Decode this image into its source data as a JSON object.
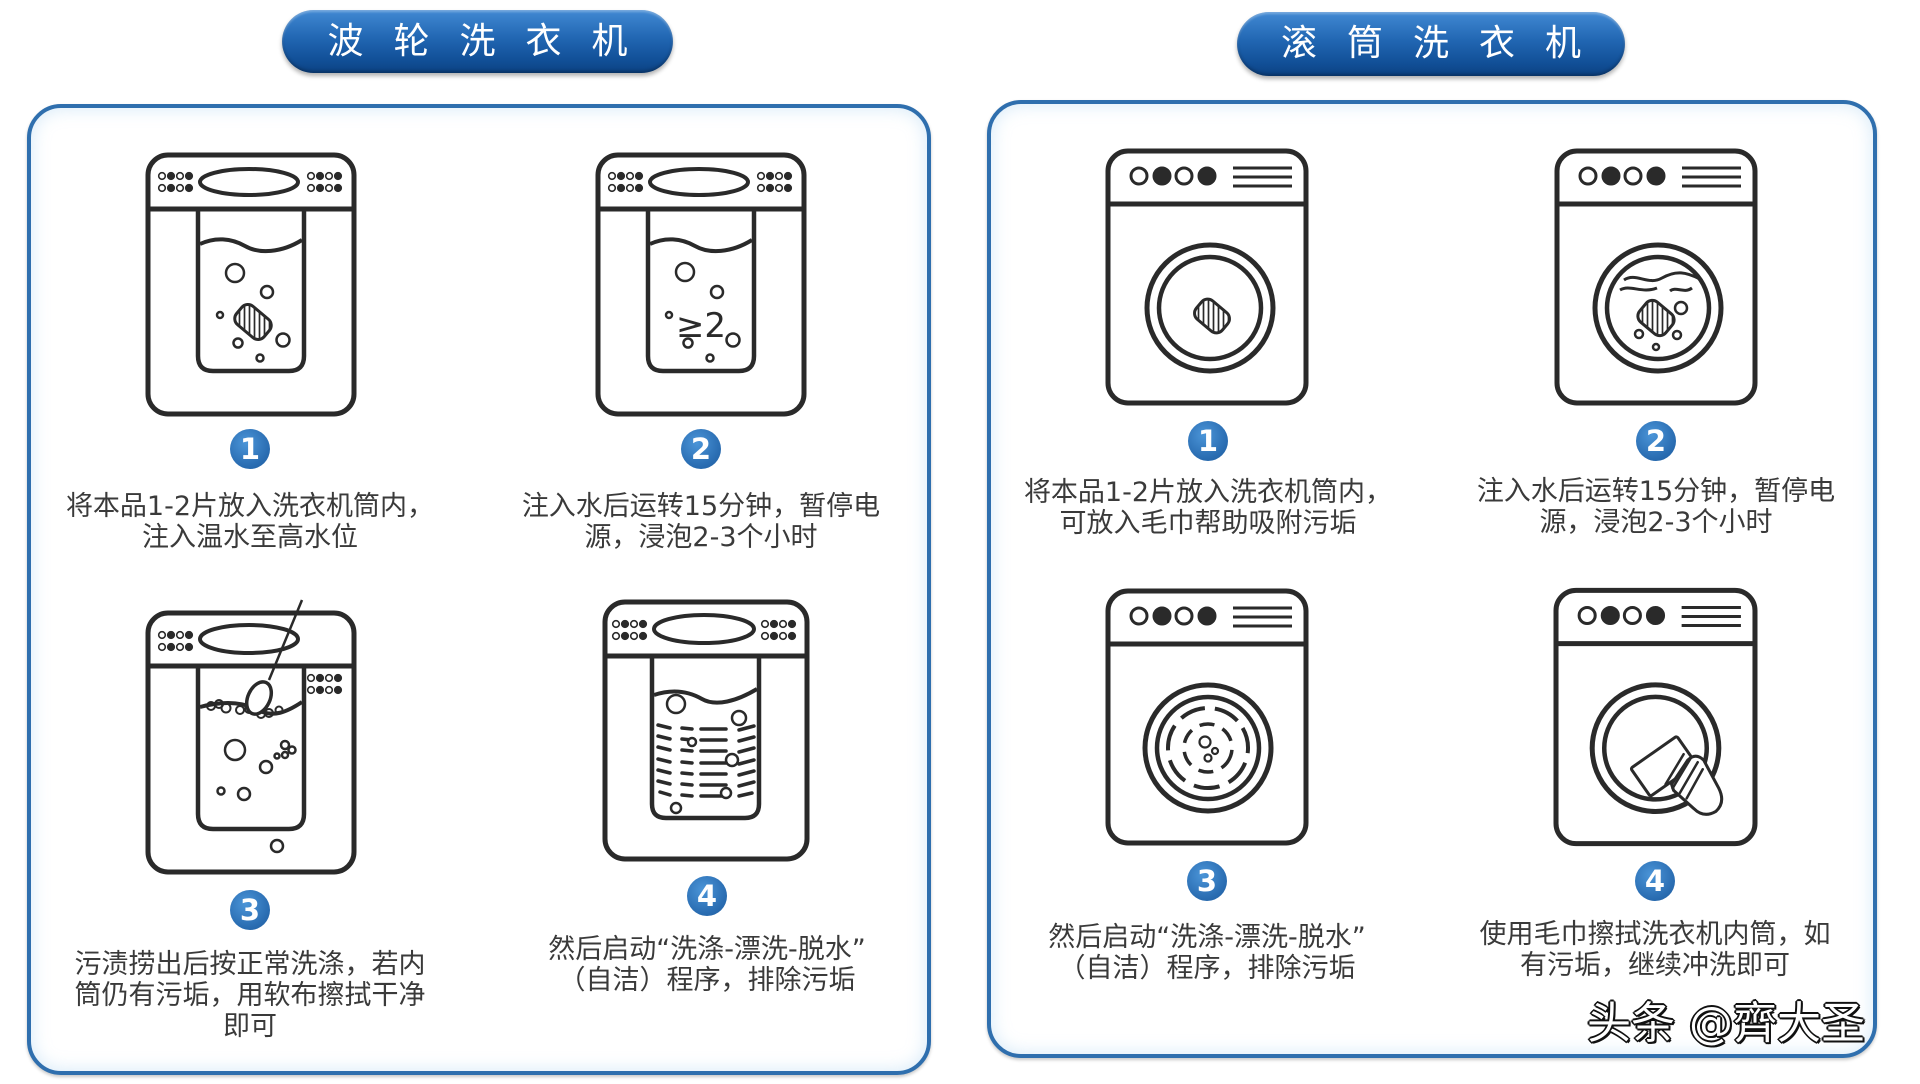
{
  "panels": {
    "left": {
      "title": "波轮洗衣机",
      "steps": [
        {
          "number": "1",
          "icon": "top-loader-tablet-icon",
          "lines": [
            "将本品1-2片放入洗衣机筒内，",
            "注入温水至高水位"
          ]
        },
        {
          "number": "2",
          "icon": "top-loader-soak-icon",
          "icon_label": "≥2",
          "lines": [
            "注入水后运转15分钟，暂停电",
            "源，浸泡2-3个小时"
          ]
        },
        {
          "number": "3",
          "icon": "top-loader-skim-dirt-icon",
          "lines": [
            "污渍捞出后按正常洗涤，若内",
            "筒仍有污垢，用软布擦拭干净",
            "即可"
          ]
        },
        {
          "number": "4",
          "icon": "top-loader-spin-cycle-icon",
          "lines": [
            "然后启动“洗涤-漂洗-脱水”",
            "（自洁）程序，排除污垢"
          ]
        }
      ]
    },
    "right": {
      "title": "滚筒洗衣机",
      "steps": [
        {
          "number": "1",
          "icon": "front-loader-tablet-icon",
          "lines": [
            "将本品1-2片放入洗衣机筒内，",
            "可放入毛巾帮助吸附污垢"
          ]
        },
        {
          "number": "2",
          "icon": "front-loader-soak-icon",
          "lines": [
            "注入水后运转15分钟，暂停电",
            "源，浸泡2-3个小时"
          ]
        },
        {
          "number": "3",
          "icon": "front-loader-spin-cycle-icon",
          "lines": [
            "然后启动“洗涤-漂洗-脱水”",
            "（自洁）程序，排除污垢"
          ]
        },
        {
          "number": "4",
          "icon": "front-loader-wipe-drum-icon",
          "lines": [
            "使用毛巾擦拭洗衣机内筒，如",
            "有污垢，继续冲洗即可"
          ]
        }
      ]
    }
  },
  "watermark": "头条 @齊大圣",
  "colors": {
    "title_pill_top": "#4189d3",
    "title_pill_bottom": "#0c4282",
    "panel_border": "#2f6fae",
    "badge": "#2a6db2",
    "text": "#3a3a3a",
    "icon_stroke": "#2a2a2a"
  }
}
